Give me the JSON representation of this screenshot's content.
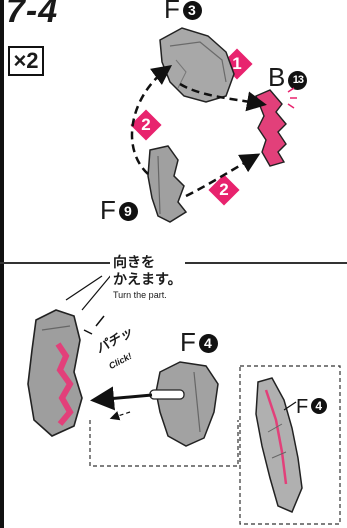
{
  "step": "7-4",
  "multiplier": "×2",
  "parts": {
    "top_part": {
      "letter": "F",
      "number": "3"
    },
    "bottom_part": {
      "letter": "F",
      "number": "9"
    },
    "target_part": {
      "letter": "B",
      "number": "13"
    },
    "lower_part": {
      "letter": "F",
      "number": "4"
    },
    "inset_part": {
      "letter": "F",
      "number": "4"
    }
  },
  "order_markers": [
    "1",
    "2",
    "2"
  ],
  "note": {
    "jp_line1": "向きを",
    "jp_line2": "かえます。",
    "en": "Turn the part."
  },
  "click": {
    "jp": "パチッ",
    "en": "Click!"
  },
  "colors": {
    "accent_pink": "#e8236e",
    "part_gray": "#9a9a9a",
    "ink": "#111111"
  }
}
